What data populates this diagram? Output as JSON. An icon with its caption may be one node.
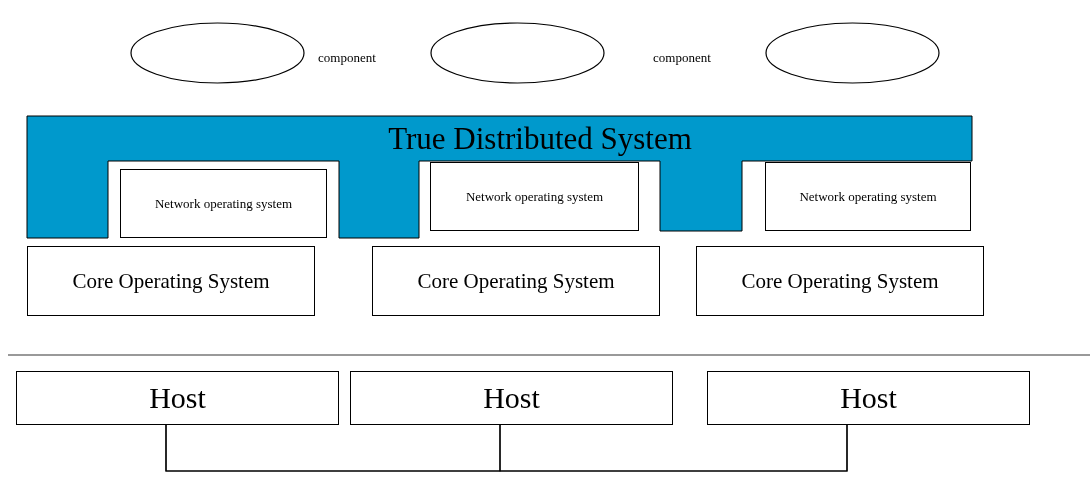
{
  "diagram": {
    "nodes": [
      {
        "text": [],
        "shape": "ellipse"
      },
      {
        "text": [],
        "shape": "ellipse"
      },
      {
        "text": [],
        "shape": "ellipse"
      },
      {
        "text": [
          "True Distributed System"
        ]
      },
      {
        "text": [
          "Network operating system"
        ]
      },
      {
        "text": [
          "Network operating system"
        ]
      },
      {
        "text": [
          "Network operating system"
        ]
      },
      {
        "text": [
          "Core Operating System"
        ]
      },
      {
        "text": [
          "Core Operating System"
        ]
      },
      {
        "text": [
          "Core Operating System"
        ]
      },
      {
        "text": [
          "Host"
        ]
      },
      {
        "text": [
          "Host"
        ]
      },
      {
        "text": [
          "Host"
        ]
      }
    ],
    "edges": [
      {
        "from": 10,
        "to": 11,
        "arrow": "none"
      },
      {
        "from": 10,
        "to": 12,
        "arrow": "none"
      },
      {
        "from": 11,
        "to": 12,
        "arrow": "none"
      }
    ],
    "labels": [
      "component",
      "component"
    ]
  }
}
